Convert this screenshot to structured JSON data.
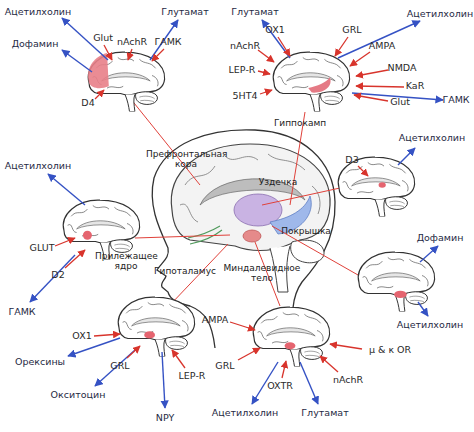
{
  "diagram": {
    "labels": [
      "Ацетилхолин",
      "Глутамат",
      "Glut",
      "nAchR",
      "ГАМК",
      "Дофамин",
      "D4",
      "Глутамат",
      "Ацетилхолин",
      "OX1",
      "GRL",
      "nAchR",
      "AMPA",
      "LEP-R",
      "NMDA",
      "KaR",
      "ГАМК",
      "5HT4",
      "Glut",
      "Гиппокамп",
      "Ацетилхолин",
      "Префронтальная кора",
      "Ацетилхолин",
      "D3",
      "Уздечка",
      "Покрышка",
      "Дофамин",
      "GLUT",
      "Прилежащее ядро",
      "Гипоталамус",
      "Миндалевидное тело",
      "D2",
      "ГАМК",
      "Ацетилхолин",
      "OX1",
      "AMPA",
      "μ & κ OR",
      "Орексины",
      "GRL",
      "GRL",
      "LEP-R",
      "nAchR",
      "OXTR",
      "Окситоцин",
      "Ацетилхолин",
      "NPY",
      "Глутамат"
    ]
  }
}
